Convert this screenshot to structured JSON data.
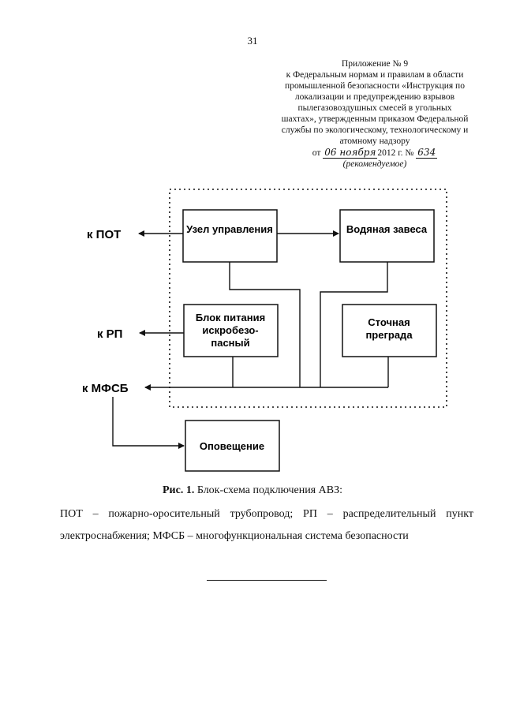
{
  "page_number": "31",
  "appendix": {
    "lines": [
      "Приложение № 9",
      "к Федеральным нормам и правилам в области",
      "промышленной безопасности «Инструкция по",
      "локализации и предупреждению взрывов",
      "пылегазовоздушных смесей в угольных",
      "шахтах», утвержденным приказом Федеральной",
      "службы по экологическому, технологическому и",
      "атомному надзору"
    ],
    "date_prefix": "от",
    "date_handwritten": "06 ноября",
    "date_suffix": "2012 г. №",
    "number_handwritten": "634",
    "recommended": "(рекомендуемое)"
  },
  "diagram": {
    "blocks": {
      "control_unit": "Узел управления",
      "water_curtain": "Водяная завеса",
      "power_line1": "Блок питания",
      "power_line2": "искробезо-",
      "power_line3": "пасный",
      "drain_line1": "Сточная",
      "drain_line2": "преграда",
      "alert": "Оповещение"
    },
    "outputs": {
      "pot": "к ПОТ",
      "rp": "к РП",
      "mfsb": "к МФСБ"
    }
  },
  "caption": {
    "label": "Рис. 1.",
    "text": " Блок-схема подключения АВЗ:"
  },
  "legend": {
    "line1": "ПОТ – пожарно-оросительный трубопровод; РП – распределительный пункт",
    "line2": "электроснабжения; МФСБ – многофункциональная система безопасности"
  }
}
